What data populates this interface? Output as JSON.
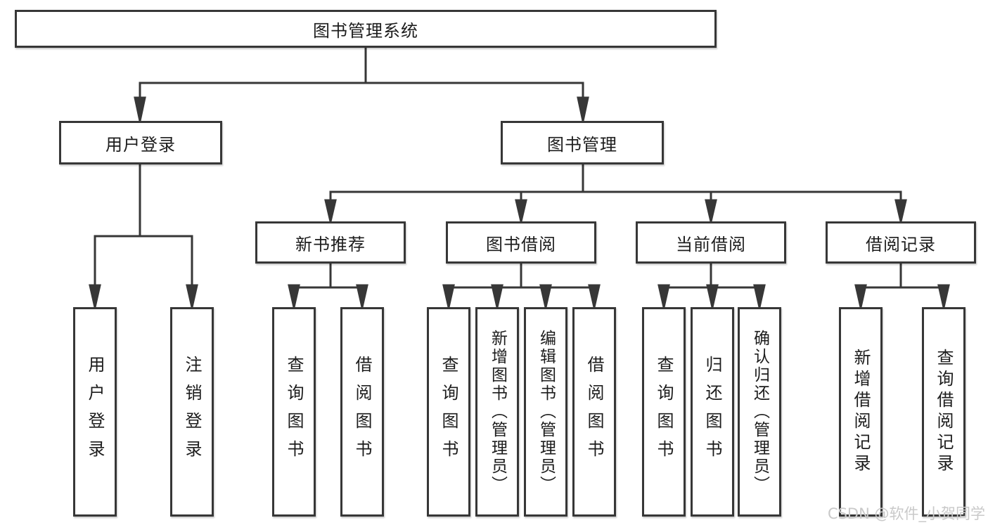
{
  "tree": {
    "label": "图书管理系统",
    "children": [
      {
        "label": "用户登录",
        "children": [
          {
            "label": "用户登录"
          },
          {
            "label": "注销登录"
          }
        ]
      },
      {
        "label": "图书管理",
        "children": [
          {
            "label": "新书推荐",
            "children": [
              {
                "label": "查询图书"
              },
              {
                "label": "借阅图书"
              }
            ]
          },
          {
            "label": "图书借阅",
            "children": [
              {
                "label": "查询图书"
              },
              {
                "label": "新增图书（管理员）"
              },
              {
                "label": "编辑图书（管理员）"
              },
              {
                "label": "借阅图书"
              }
            ]
          },
          {
            "label": "当前借阅",
            "children": [
              {
                "label": "查询图书"
              },
              {
                "label": "归还图书"
              },
              {
                "label": "确认归还（管理员）"
              }
            ]
          },
          {
            "label": "借阅记录",
            "children": [
              {
                "label": "新增借阅记录"
              },
              {
                "label": "查询借阅记录"
              }
            ]
          }
        ]
      }
    ]
  },
  "watermark": {
    "text": "CSDN @软件_小贺同学"
  },
  "colors": {
    "line": "#373737",
    "text": "#1c1c1c",
    "watermark": "#c9c9c9"
  }
}
